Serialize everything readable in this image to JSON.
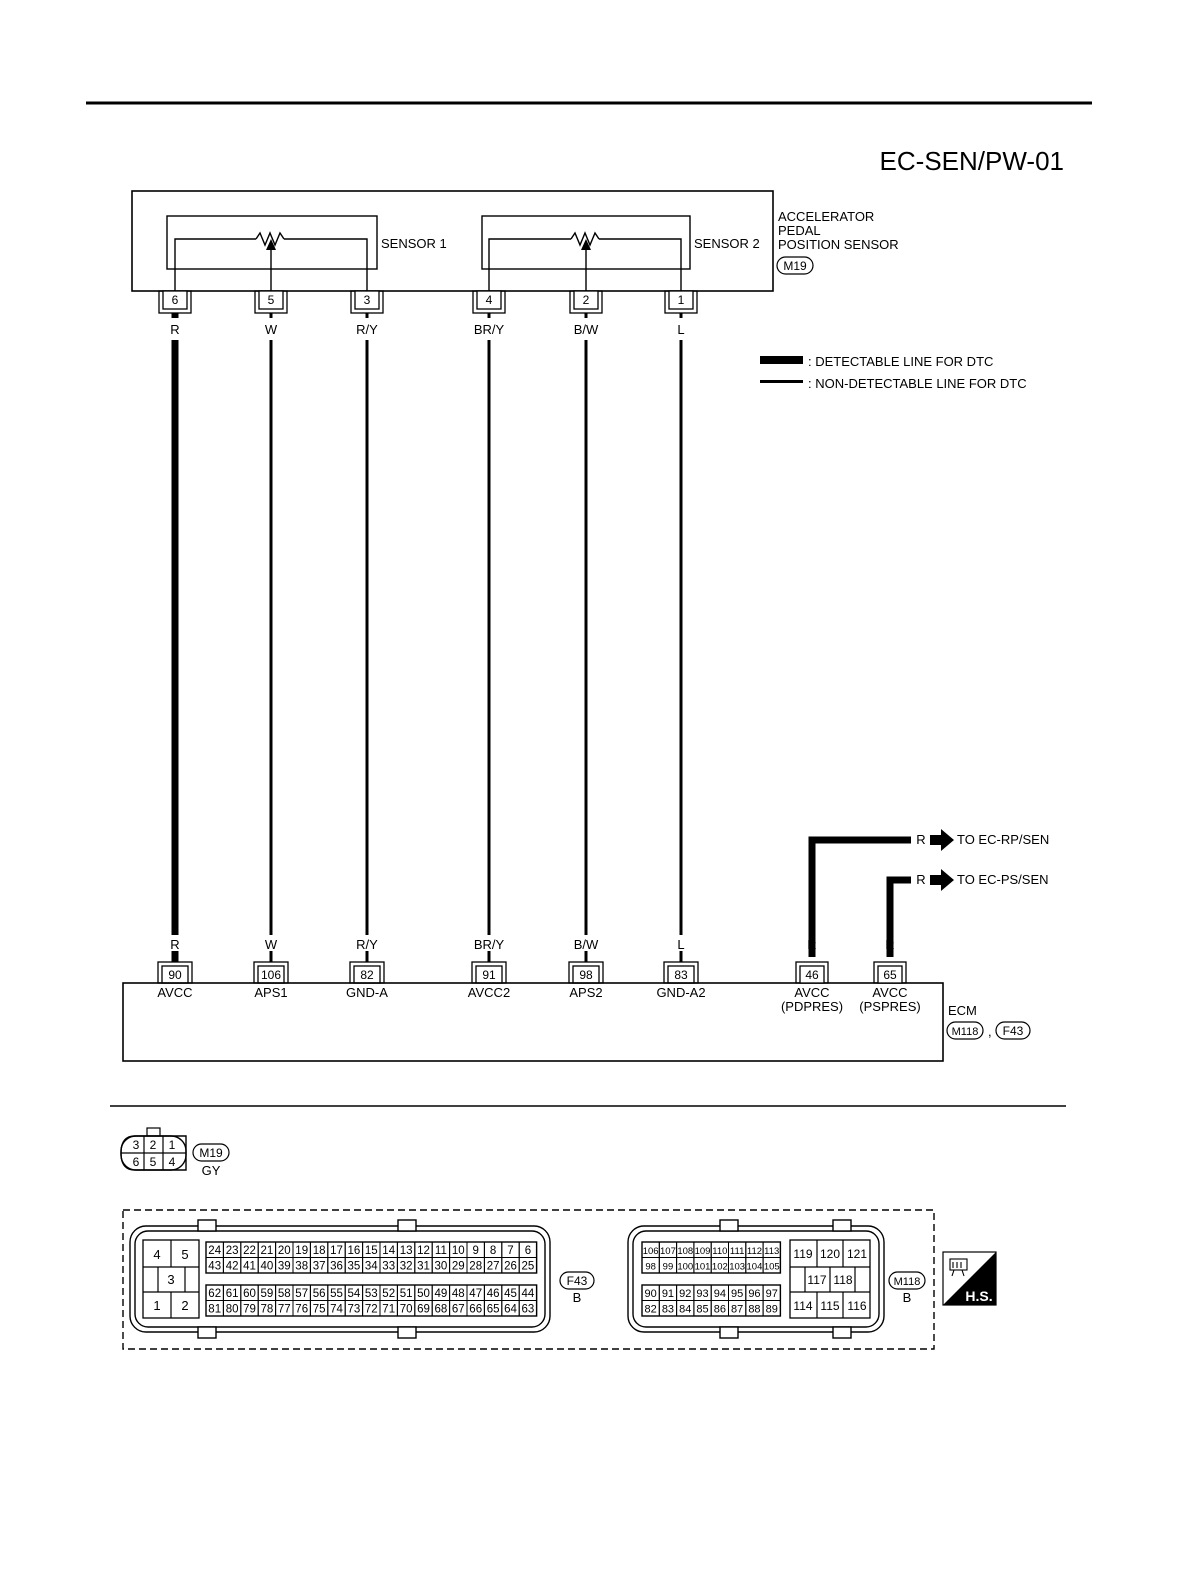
{
  "page": {
    "diagram_id": "EC-SEN/PW-01"
  },
  "sensor": {
    "name_lines": [
      "ACCELERATOR",
      "PEDAL",
      "POSITION SENSOR"
    ],
    "connector": "M19",
    "sensor1_label": "SENSOR 1",
    "sensor2_label": "SENSOR 2"
  },
  "legend": {
    "detectable": ": DETECTABLE LINE FOR DTC",
    "non_detectable": ": NON-DETECTABLE LINE FOR DTC"
  },
  "wires": [
    {
      "sensor_pin": "6",
      "color": "R",
      "ecm_pin": "90",
      "ecm_label": "AVCC",
      "detectable": true
    },
    {
      "sensor_pin": "5",
      "color": "W",
      "ecm_pin": "106",
      "ecm_label": "APS1",
      "detectable": false
    },
    {
      "sensor_pin": "3",
      "color": "R/Y",
      "ecm_pin": "82",
      "ecm_label": "GND-A",
      "detectable": false
    },
    {
      "sensor_pin": "4",
      "color": "BR/Y",
      "ecm_pin": "91",
      "ecm_label": "AVCC2",
      "detectable": false
    },
    {
      "sensor_pin": "2",
      "color": "B/W",
      "ecm_pin": "98",
      "ecm_label": "APS2",
      "detectable": false
    },
    {
      "sensor_pin": "1",
      "color": "L",
      "ecm_pin": "83",
      "ecm_label": "GND-A2",
      "detectable": false
    }
  ],
  "branches": [
    {
      "color": "R",
      "ecm_pin": "46",
      "ecm_label_1": "AVCC",
      "ecm_label_2": "(PDPRES)",
      "to": "TO EC-RP/SEN"
    },
    {
      "color": "R",
      "ecm_pin": "65",
      "ecm_label_1": "AVCC",
      "ecm_label_2": "(PSPRES)",
      "to": "TO EC-PS/SEN"
    }
  ],
  "ecm": {
    "name": "ECM",
    "connector1": "M118",
    "separator": ",",
    "connector2": "F43"
  },
  "m19_face": {
    "top_row": [
      "3",
      "2",
      "1"
    ],
    "bottom_row": [
      "6",
      "5",
      "4"
    ],
    "label": "M19",
    "color_code": "GY"
  },
  "f43_face": {
    "left_pins": [
      "4",
      "5",
      "3",
      "1",
      "2"
    ],
    "row1": [
      "24",
      "23",
      "22",
      "21",
      "20",
      "19",
      "18",
      "17",
      "16",
      "15",
      "14",
      "13",
      "12",
      "11",
      "10",
      "9",
      "8",
      "7",
      "6"
    ],
    "row2": [
      "43",
      "42",
      "41",
      "40",
      "39",
      "38",
      "37",
      "36",
      "35",
      "34",
      "33",
      "32",
      "31",
      "30",
      "29",
      "28",
      "27",
      "26",
      "25"
    ],
    "row3": [
      "62",
      "61",
      "60",
      "59",
      "58",
      "57",
      "56",
      "55",
      "54",
      "53",
      "52",
      "51",
      "50",
      "49",
      "48",
      "47",
      "46",
      "45",
      "44"
    ],
    "row4": [
      "81",
      "80",
      "79",
      "78",
      "77",
      "76",
      "75",
      "74",
      "73",
      "72",
      "71",
      "70",
      "69",
      "68",
      "67",
      "66",
      "65",
      "64",
      "63"
    ],
    "label": "F43",
    "color_code": "B"
  },
  "m118_face": {
    "row1": [
      "106",
      "107",
      "108",
      "109",
      "110",
      "111",
      "112",
      "113"
    ],
    "row2": [
      "98",
      "99",
      "100",
      "101",
      "102",
      "103",
      "104",
      "105"
    ],
    "row3": [
      "90",
      "91",
      "92",
      "93",
      "94",
      "95",
      "96",
      "97"
    ],
    "row4": [
      "82",
      "83",
      "84",
      "85",
      "86",
      "87",
      "88",
      "89"
    ],
    "right_pins": [
      "119",
      "120",
      "121",
      "117",
      "118",
      "114",
      "115",
      "116"
    ],
    "label": "M118",
    "color_code": "B"
  },
  "hs_badge": "H.S."
}
